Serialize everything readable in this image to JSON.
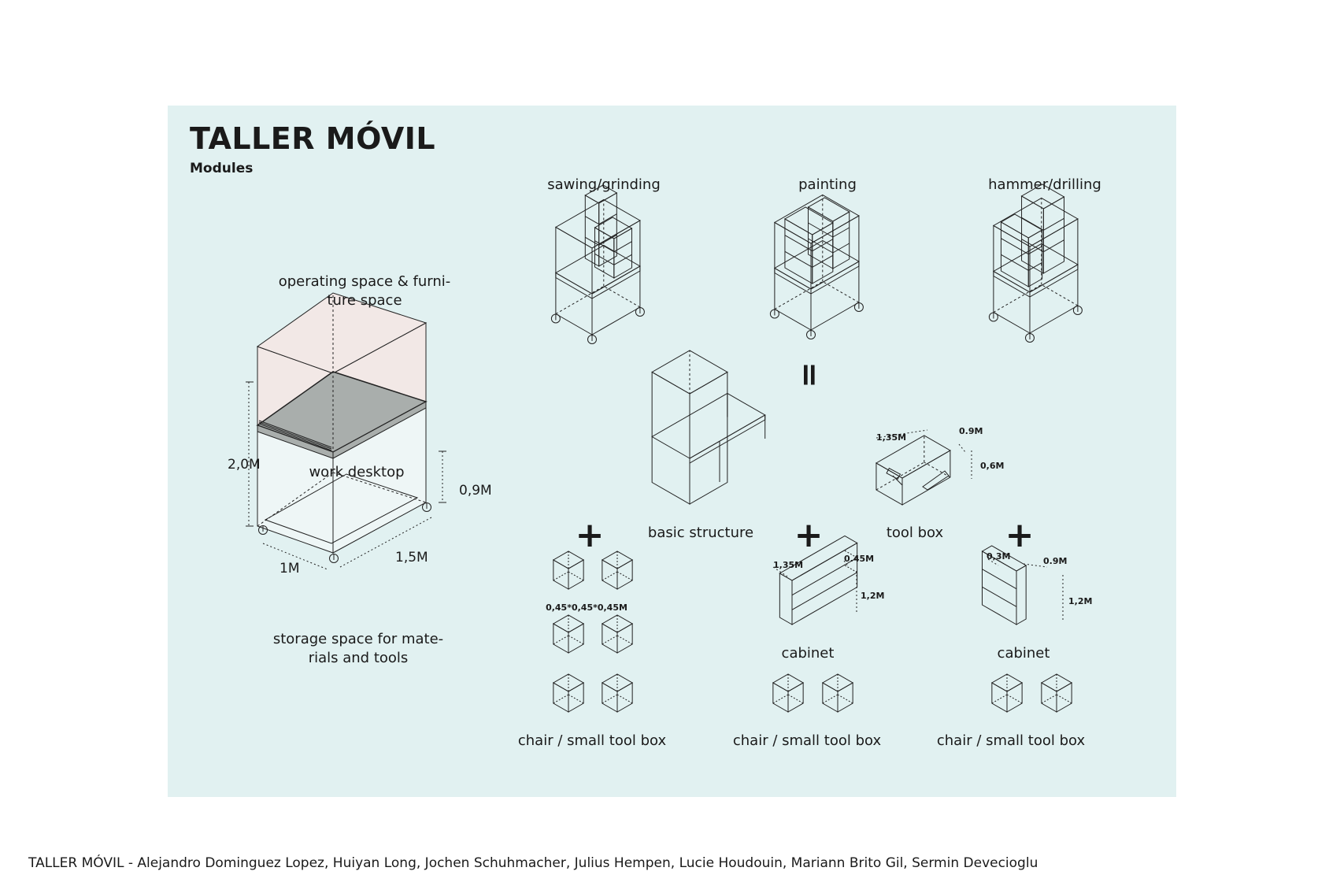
{
  "header": {
    "title": "TALLER MÓVIL",
    "subtitle": "Modules"
  },
  "main_module": {
    "top_label": "operating space & furni-\nture space",
    "desk_label": "work desktop",
    "bottom_label": "storage space for mate-\nrials and tools",
    "height_dim": "2,0M",
    "desk_height_dim": "0,9M",
    "depth_dim": "1M",
    "width_dim": "1,5M",
    "colors": {
      "upper_volume": "#f2e8e6",
      "desk": "#a9aeac",
      "lower_volume": "#eef6f6"
    }
  },
  "variants": [
    {
      "label": "sawing/grinding"
    },
    {
      "label": "painting"
    },
    {
      "label": "hammer/drilling"
    }
  ],
  "equals_symbol": "=",
  "plus_symbol": "+",
  "components": {
    "basic_structure": {
      "label": "basic structure"
    },
    "tool_box": {
      "label": "tool box",
      "dim_length": "1,35M",
      "dim_width": "0.9M",
      "dim_height": "0,6M"
    },
    "cube_set": {
      "dims": "0,45*0,45*0,45M"
    },
    "cabinet_wide": {
      "label": "cabinet",
      "dim_length": "1,35M",
      "dim_depth": "0.45M",
      "dim_height": "1,2M"
    },
    "cabinet_narrow": {
      "label": "cabinet",
      "dim_depth": "0,3M",
      "dim_width": "0.9M",
      "dim_height": "1,2M"
    },
    "chair_labels": [
      "chair / small tool box",
      "chair / small tool box",
      "chair / small tool box"
    ]
  },
  "footer": {
    "credits": "TALLER MÓVIL - Alejandro Dominguez Lopez, Huiyan Long, Jochen Schuhmacher, Julius Hempen, Lucie Houdouin, Mariann Brito Gil, Sermin Devecioglu"
  }
}
